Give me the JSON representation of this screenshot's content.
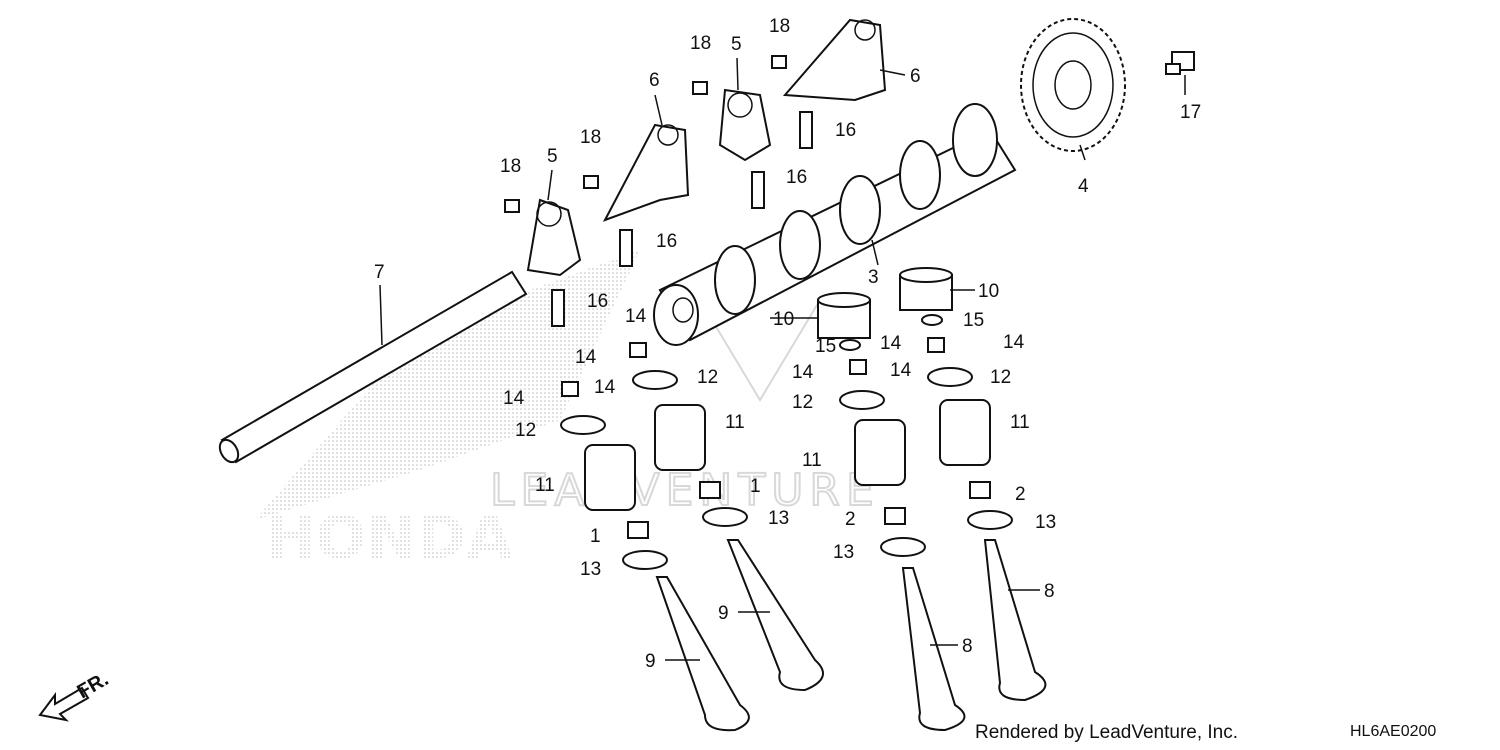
{
  "diagram": {
    "callouts": [
      "1",
      "1",
      "2",
      "2",
      "3",
      "4",
      "5",
      "5",
      "6",
      "6",
      "7",
      "8",
      "8",
      "9",
      "9",
      "10",
      "10",
      "11",
      "11",
      "11",
      "11",
      "12",
      "12",
      "12",
      "12",
      "13",
      "13",
      "13",
      "13",
      "14",
      "14",
      "14",
      "14",
      "14",
      "14",
      "14",
      "14",
      "15",
      "15",
      "16",
      "16",
      "16",
      "16",
      "17",
      "18",
      "18",
      "18",
      "18"
    ],
    "watermark_brand": "HONDA",
    "watermark_dealer": "LEADVENTURE",
    "front_label": "FR.",
    "footer_text": "Rendered by LeadVenture, Inc.",
    "diagram_code": "HL6AE0200"
  },
  "colors": {
    "line": "#111111",
    "watermark": "#d8d8d8",
    "background": "#ffffff"
  },
  "icons": {
    "front_arrow": "front-direction-arrow-icon"
  }
}
